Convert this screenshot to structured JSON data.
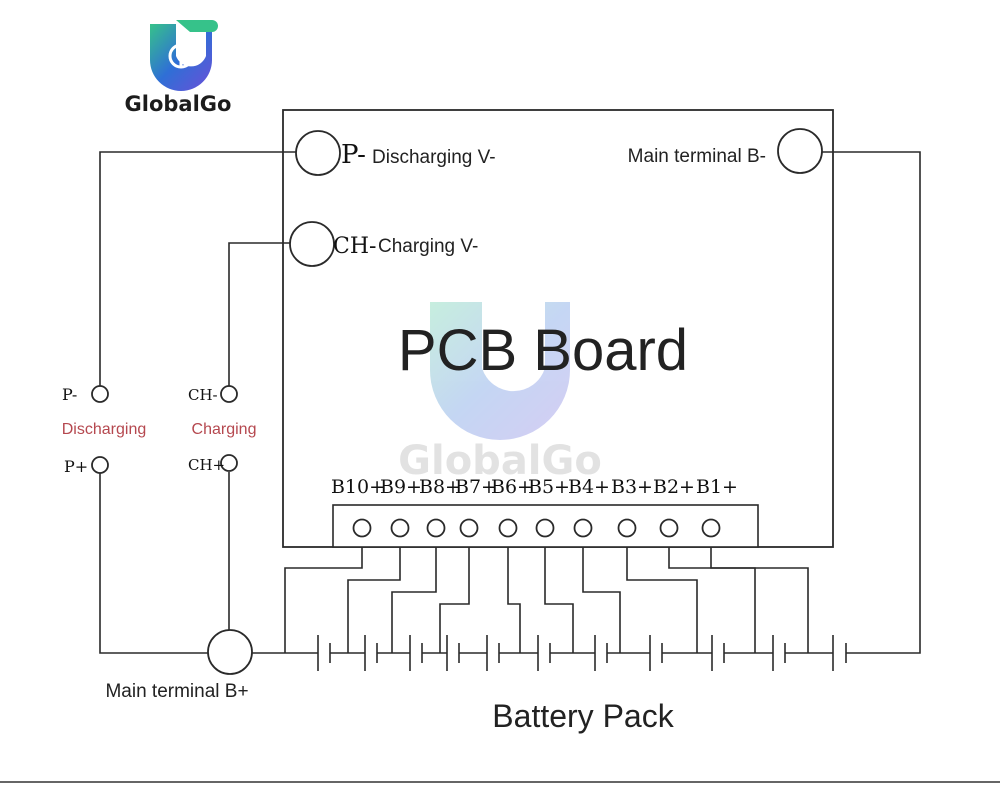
{
  "brand": {
    "name": "GlobalGo",
    "watermark": "GlobalGo"
  },
  "board": {
    "title": "PCB Board",
    "p_minus_symbol": "P-",
    "p_minus_label": "Discharging V-",
    "ch_minus_symbol": "CH-",
    "ch_minus_label": "Charging V-",
    "main_b_minus": "Main terminal B-"
  },
  "balance_pins": [
    "B10+",
    "B9+",
    "B8+",
    "B7+",
    "B6+",
    "B5+",
    "B4+",
    "B3+",
    "B2+",
    "B1+"
  ],
  "ports": {
    "discharging": {
      "minus": "P-",
      "label": "Discharging",
      "plus": "P+"
    },
    "charging": {
      "minus": "CH-",
      "label": "Charging",
      "plus": "CH+"
    }
  },
  "main_b_plus": "Main terminal B+",
  "battery_pack": "Battery Pack",
  "colors": {
    "logo_blue": "#2f6fd6",
    "logo_green": "#36c28a",
    "logo_purple": "#6b4fd8",
    "port_label": "#b5484f"
  }
}
